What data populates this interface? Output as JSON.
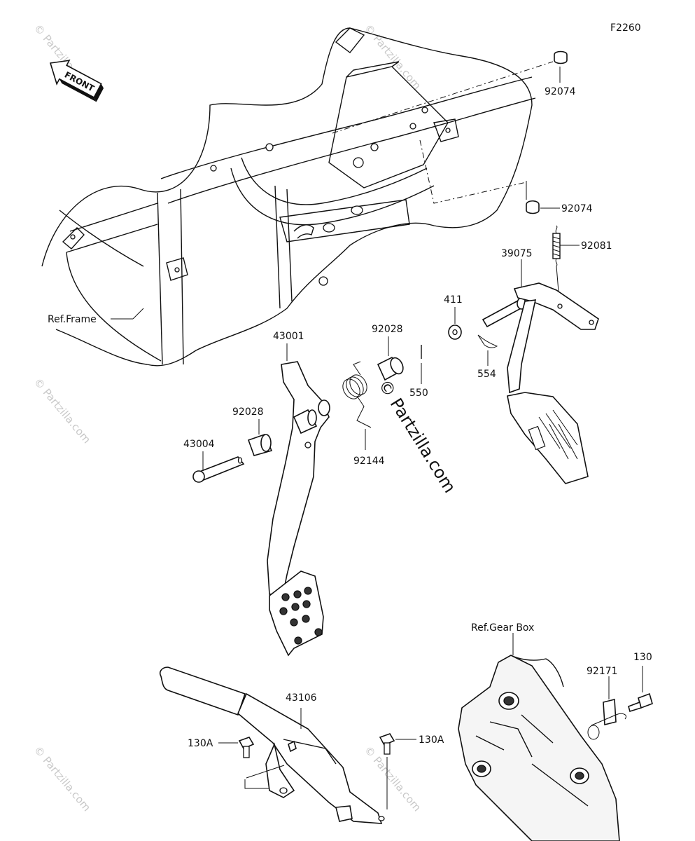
{
  "diagram": {
    "figure_code": "F2260",
    "front_label": "FRONT",
    "watermark_center": "© Partzilla.com",
    "watermark_small": "© Partzilla.com",
    "callouts": {
      "p92074_top": "92074",
      "p92074_mid": "92074",
      "p92081": "92081",
      "p39075": "39075",
      "p411": "411",
      "p554": "554",
      "p550": "550",
      "p92028_top": "92028",
      "p43001": "43001",
      "p92028_left": "92028",
      "p43004": "43004",
      "p92144": "92144",
      "ref_frame": "Ref.Frame",
      "ref_gear_box": "Ref.Gear Box",
      "p130": "130",
      "p92171": "92171",
      "p43106": "43106",
      "p130A_left": "130A",
      "p130A_right": "130A"
    }
  }
}
